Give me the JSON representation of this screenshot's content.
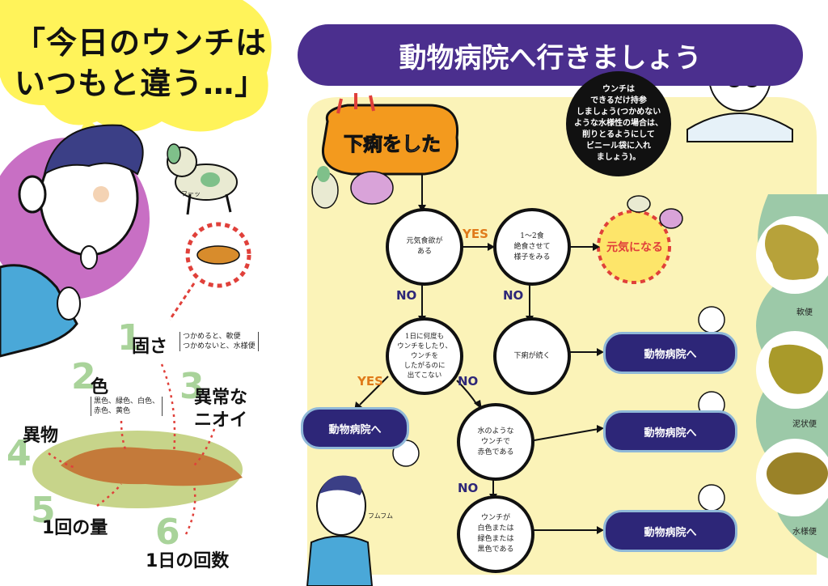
{
  "left": {
    "title": "「今日のウンチは\nいつもと違う…」",
    "dog_sound": "フーッ",
    "thinking_sound": "フムフム",
    "checklist": [
      {
        "num": "1",
        "label": "固さ",
        "note": "つかめると、軟便\nつかめないと、水様便"
      },
      {
        "num": "2",
        "label": "色",
        "note": "黒色、緑色、白色、\n赤色、黄色"
      },
      {
        "num": "3",
        "label": "異常な\nニオイ",
        "note": ""
      },
      {
        "num": "4",
        "label": "異物",
        "note": ""
      },
      {
        "num": "5",
        "label": "1回の量",
        "note": ""
      },
      {
        "num": "6",
        "label": "1日の回数",
        "note": ""
      }
    ]
  },
  "right": {
    "banner": "動物病院へ行きましょう",
    "bubble": "ウンチは\nできるだけ持参\nしましょう(つかめない\nような水様性の場合は、\n削りとるようにして\nビニール袋に入れ\nましょう)。",
    "start": "下痢をした",
    "recovered": "元気になる",
    "yes": "YES",
    "no": "NO",
    "nodes": {
      "q1": "元気食欲が\nある",
      "q2": "1〜2食\n絶食させて\n様子をみる",
      "q3": "1日に何度も\nウンチをしたり、\nウンチを\nしたがるのに\n出てこない",
      "q4": "下痢が続く",
      "q5": "水のような\nウンチで\n赤色である",
      "q6": "ウンチが\n白色または\n緑色または\n黒色である"
    },
    "vet": "動物病院へ",
    "stools": [
      "軟便",
      "泥状便",
      "水様便"
    ]
  },
  "colors": {
    "purple": "#4b2f8e",
    "navy": "#2d2678",
    "yellow_bg": "#fbf3b8",
    "orange": "#f39a1e",
    "green_band": "#9cc9a8"
  }
}
